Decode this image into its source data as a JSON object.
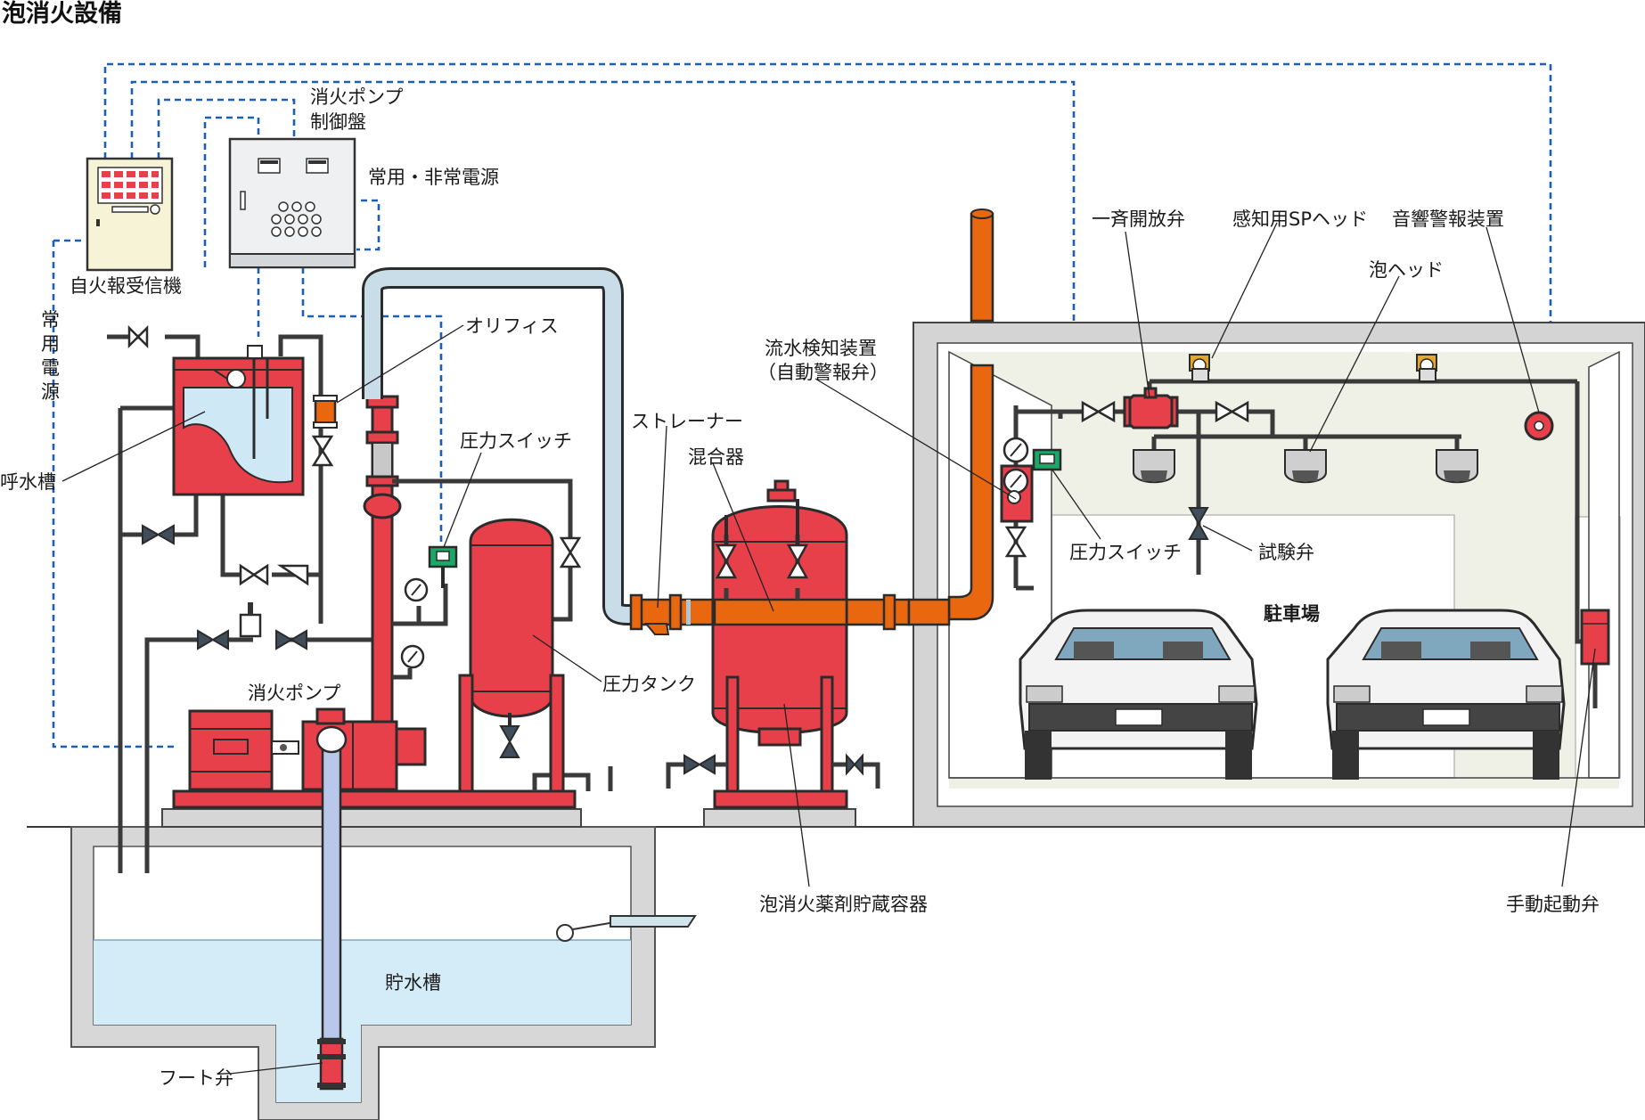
{
  "title": "泡消火設備",
  "labels": {
    "pump_control_panel_1": "消火ポンプ",
    "pump_control_panel_2": "制御盤",
    "power_supply": "常用・非常電源",
    "fire_alarm_receiver": "自火報受信機",
    "normal_power_v": [
      "常",
      "用",
      "電",
      "源"
    ],
    "priming_tank": "呼水槽",
    "orifice": "オリフィス",
    "pressure_switch_left": "圧力スイッチ",
    "strainer": "ストレーナー",
    "mixer": "混合器",
    "flow_detector_1": "流水検知装置",
    "flow_detector_2": "（自動警報弁）",
    "deluge_valve": "一斉開放弁",
    "sp_head": "感知用SPヘッド",
    "alarm_device": "音響警報装置",
    "foam_head": "泡ヘッド",
    "pressure_tank": "圧力タンク",
    "fire_pump": "消火ポンプ",
    "pressure_switch_right": "圧力スイッチ",
    "test_valve": "試験弁",
    "parking": "駐車場",
    "foam_storage": "泡消火薬剤貯蔵容器",
    "manual_valve": "手動起動弁",
    "water_tank": "貯水槽",
    "foot_valve": "フート弁"
  }
}
